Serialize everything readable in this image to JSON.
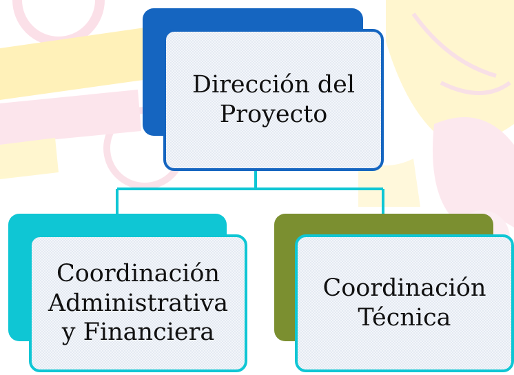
{
  "diagram": {
    "top_node": {
      "label": "Dirección del\nProyecto"
    },
    "left_node": {
      "label": "Coordinación\nAdministrativa\ny Financiera"
    },
    "right_node": {
      "label": "Coordinación\nTécnica"
    }
  },
  "colors": {
    "top_node_accent": "#1565c0",
    "left_node_accent": "#0fc6d4",
    "right_node_back": "#7b8f30",
    "right_node_border": "#0fc6d4",
    "connector": "#0fc6d4",
    "background_art_yellow": "#ffd54f",
    "background_art_pink": "#f8bbd0"
  }
}
